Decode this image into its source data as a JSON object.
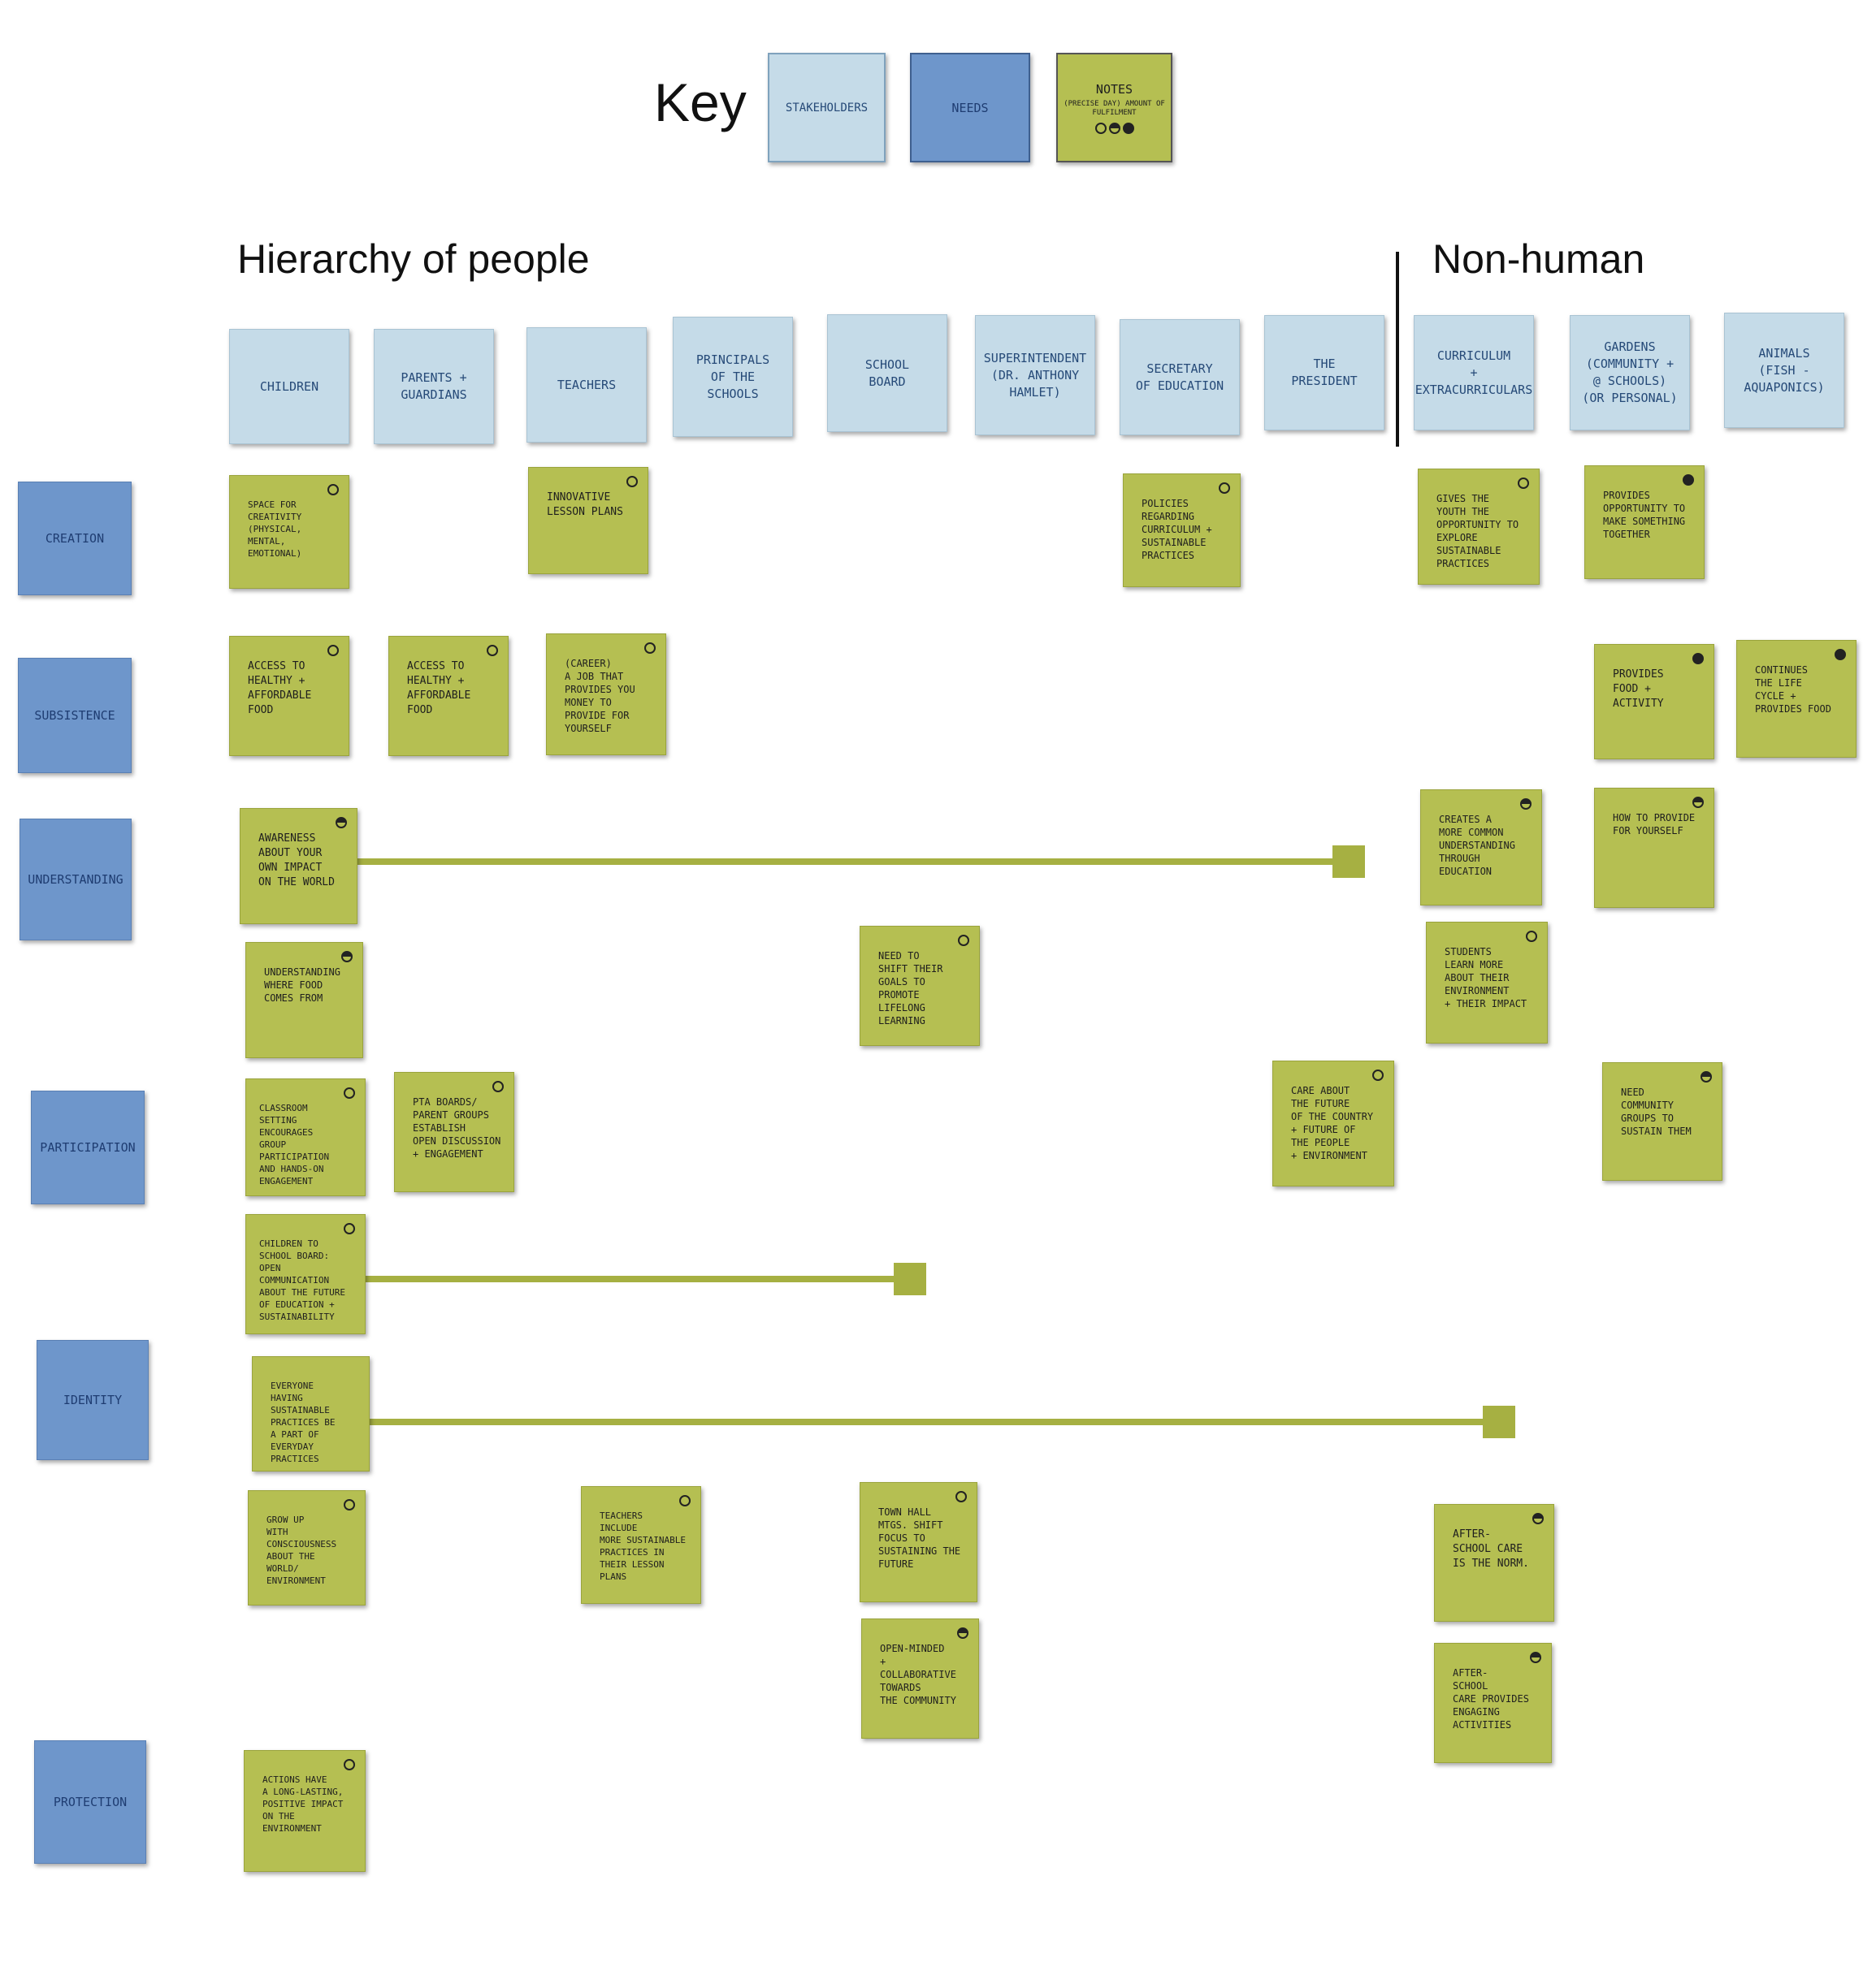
{
  "key": {
    "title": "Key",
    "stakeholders": "Stakeholders",
    "needs": "Needs",
    "notes_title": "Notes",
    "notes_sub": "(precise day) amount of fulfilment"
  },
  "sections": {
    "people": "Hierarchy of people",
    "non_human": "Non-human"
  },
  "stakeholders": [
    "Children",
    "Parents +\nGuardians",
    "Teachers",
    "Principals\nof the schools",
    "School\nBoard",
    "Superintendent\n(Dr. Anthony\nHamlet)",
    "Secretary\nof Education",
    "The\nPresident",
    "Curriculum\n+ extracurriculars",
    "Gardens\n(community +\n@ schools)\n(or personal)",
    "Animals\n(Fish -\naquaponics)"
  ],
  "needs": [
    "Creation",
    "Subsistence",
    "Understanding",
    "Participation",
    "Identity",
    "Protection"
  ],
  "notes": [
    "Space for\ncreativity\n(physical,\nmental,\nemotional)",
    "Innovative\nlesson plans",
    "Policies\nregarding\ncurriculum +\nsustainable\npractices",
    "Gives the\nyouth the\nopportunity to\nexplore\nsustainable\npractices",
    "Provides\nopportunity to\nmake something\ntogether",
    "Access to\nhealthy +\naffordable\nfood",
    "Access to\nhealthy +\naffordable\nfood",
    "(career)\na job that\nprovides you\nmoney to\nprovide for\nyourself",
    "Provides\nfood +\nactivity",
    "Continues\nthe life\ncycle +\nprovides food",
    "Awareness\nabout your\nown impact\non the world",
    "Creates a\nmore common\nunderstanding\nthrough\neducation",
    "How to provide\nfor yourself",
    "Understanding\nwhere food\ncomes from",
    "Need to\nshift their\ngoals to\npromote\nlifelong\nlearning",
    "Students\nlearn more\nabout their\nenvironment\n+ their impact",
    "Classroom\nsetting encourages\ngroup participation\nand hands-on\nengagement",
    "PTA boards/\nparent groups\nestablish\nopen discussion\n+ engagement",
    "Care about\nthe future\nof the country\n+ future of\nthe people\n+ environment",
    "Need\ncommunity\ngroups to\nsustain them",
    "Children to\nschool board:\nopen communication\nabout the future\nof education +\nsustainability",
    "Everyone\nhaving sustainable\npractices be\na part of\neveryday\npractices",
    "Grow up\nwith consciousness\nabout the\nworld/\nenvironment",
    "Teachers\ninclude\nmore sustainable\npractices in\ntheir lesson\nplans",
    "Town hall\nmtgs. shift\nfocus to\nsustaining the\nfuture",
    "After-\nschool care\nis the norm.",
    "Open-minded\n+ collaborative\ntowards\nthe community",
    "After-\nschool\ncare provides\nengaging\nactivities",
    "Actions have\na long-lasting,\npositive impact\non the environment"
  ],
  "colors": {
    "stakeholder": "#c5dbe8",
    "need": "#6e96cb",
    "note": "#b5bf52",
    "connector": "#a6b042"
  }
}
